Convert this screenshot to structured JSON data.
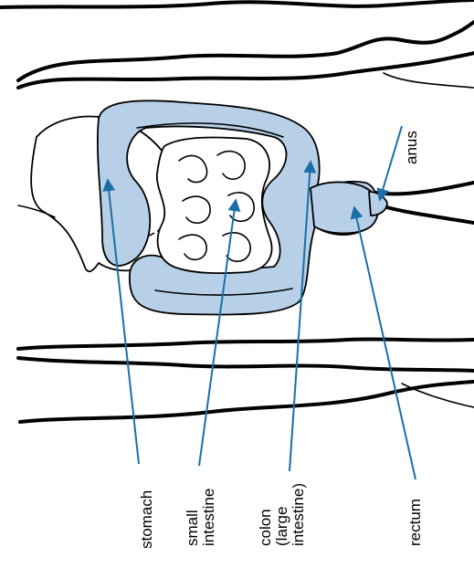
{
  "colors": {
    "organ_fill": "#b7d0e8",
    "pointer": "#1a6fa8",
    "outline": "#000000",
    "background": "#ffffff"
  },
  "labels": {
    "stomach": [
      "stomach"
    ],
    "small_intestine": [
      "small",
      "intestine"
    ],
    "colon": [
      "colon",
      "(large",
      "intestine)"
    ],
    "rectum": [
      "rectum"
    ],
    "anus": [
      "anus"
    ]
  }
}
